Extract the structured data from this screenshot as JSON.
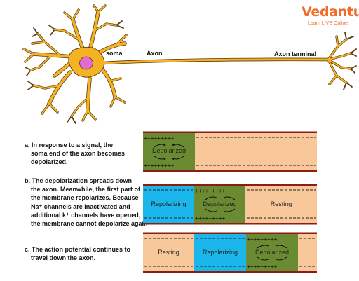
{
  "brand": {
    "name": "Vedantu",
    "tagline": "Learn LIVE Online"
  },
  "neuron": {
    "labels": {
      "soma": "soma",
      "axon": "Axon",
      "terminal": "Axon terminal"
    }
  },
  "steps": [
    {
      "lines": [
        "a. In response to a signal, the",
        "soma end of the axon becomes",
        "depolarized."
      ]
    },
    {
      "lines": [
        "b. The depolarization spreads down",
        "the axon. Meanwhile, the first part of",
        "the membrane repolarizes. Because",
        "Na⁺ channels are inactivated and",
        "additional k⁺ channels have opened,",
        "the membrane cannot depolarize again"
      ]
    },
    {
      "lines": [
        "c. The action potential continues to",
        "travel down the axon."
      ]
    }
  ],
  "panels": [
    {
      "zones": [
        {
          "label": "Depolarized",
          "state": "depolarized"
        },
        {
          "label": "",
          "state": "resting"
        }
      ]
    },
    {
      "zones": [
        {
          "label": "Repolarizing",
          "state": "repolarizing"
        },
        {
          "label": "Depolarized",
          "state": "depolarized"
        },
        {
          "label": "Resting",
          "state": "resting"
        }
      ]
    },
    {
      "zones": [
        {
          "label": "Resting",
          "state": "resting"
        },
        {
          "label": "Repolarizing",
          "state": "repolarizing"
        },
        {
          "label": "Depolarized",
          "state": "depolarized"
        },
        {
          "label": "",
          "state": "resting"
        }
      ]
    }
  ],
  "colors": {
    "resting": "#f8c79a",
    "depolarized": "#6a8b32",
    "repolarizing": "#1bb6ec",
    "membrane": "#8b1d12",
    "neuron": "#f5b324",
    "nucleus": "#e26ccf",
    "brand": "#f26b2a"
  }
}
